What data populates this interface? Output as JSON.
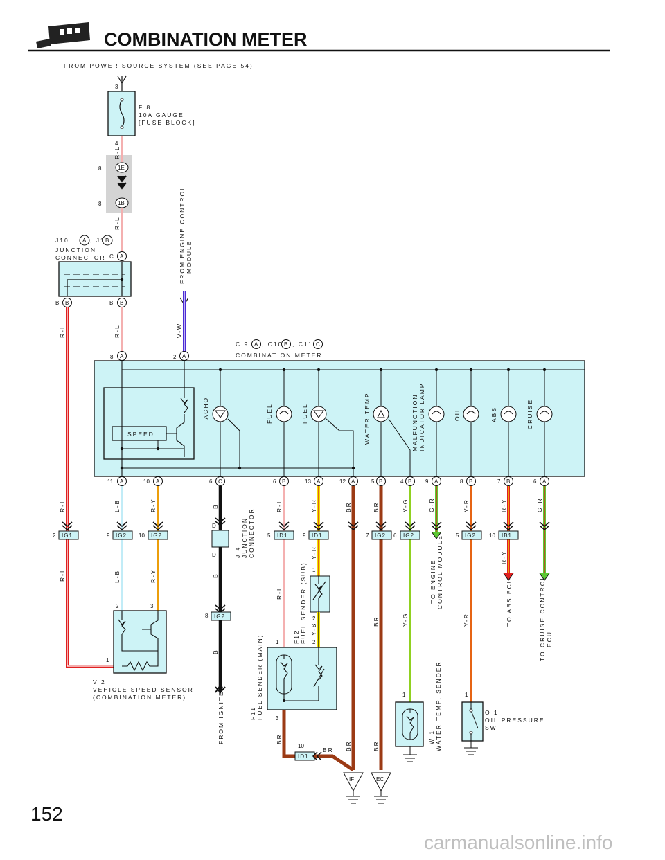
{
  "title": "COMBINATION METER",
  "page_number": "152",
  "watermark": "carmanualsonline.info",
  "source_label": "FROM POWER SOURCE SYSTEM (SEE PAGE 54)",
  "fuse": {
    "line1": "F 8",
    "line2": "10A GAUGE",
    "line3": "[FUSE BLOCK]",
    "pin_top": "3",
    "pin_bottom": "4"
  },
  "junction": {
    "line1": "J10",
    "line2": ", J11",
    "line3": "JUNCTION",
    "line4": "CONNECTOR",
    "conn_a": "A",
    "conn_b": "B",
    "pin_c": "C",
    "pin_b1": "B",
    "pin_b2": "B"
  },
  "connector_1e": {
    "label": "1E",
    "pin": "8"
  },
  "connector_1b": {
    "label": "1B",
    "pin": "8"
  },
  "ecm_source": {
    "line1": "FROM ENGINE CONTROL",
    "line2": "MODULE"
  },
  "meter": {
    "line1": "C 9",
    "line2": ", C10",
    "line3": ", C11",
    "line4": "COMBINATION METER",
    "a": "A",
    "b": "B",
    "c": "C"
  },
  "gauges": {
    "tacho": "TACHO",
    "fuel1": "FUEL",
    "fuel2": "FUEL",
    "water": "WATER TEMP.",
    "malfunction1": "MALFUNCTION",
    "malfunction2": "INDICATOR LAMP",
    "oil": "OIL",
    "abs": "ABS",
    "cruise": "CRUISE",
    "speed": "SPEED"
  },
  "top_pins": {
    "p8": "8",
    "p2": "2"
  },
  "bottom_pins": [
    "11",
    "10",
    "6",
    "6",
    "13",
    "12",
    "5",
    "4",
    "9",
    "8",
    "7",
    "6"
  ],
  "bottom_letters": [
    "A",
    "A",
    "C",
    "B",
    "A",
    "A",
    "B",
    "B",
    "A",
    "B",
    "B",
    "A"
  ],
  "wire_colors": {
    "rl": "R-L",
    "vw": "V-W",
    "lb": "L-B",
    "ry": "R-Y",
    "b": "B",
    "yr": "Y-R",
    "br": "BR",
    "yg": "Y-G",
    "gr": "G-R",
    "yb": "Y-B"
  },
  "boxes": {
    "ig1": "IG1",
    "ig2": "IG2",
    "id1": "ID1",
    "ib1": "IB1"
  },
  "box_pins": {
    "p2": "2",
    "p9": "9",
    "p10": "10",
    "p5": "5",
    "p7": "7",
    "p6": "6",
    "p8": "8",
    "p1": "1",
    "p3": "3"
  },
  "j4": {
    "line1": "J 4",
    "line2": "JUNCTION",
    "line3": "CONNECTOR",
    "d": "D"
  },
  "fuel_sub": {
    "line1": "F12",
    "line2": "FUEL SENDER (SUB)"
  },
  "fuel_main": {
    "line1": "F11",
    "line2": "FUEL SENDER (MAIN)"
  },
  "vss": {
    "line1": "V 2",
    "line2": "VEHICLE SPEED SENSOR",
    "line3": "(COMBINATION METER)"
  },
  "water_sender": {
    "line1": "W 1",
    "line2": "WATER TEMP. SENDER"
  },
  "oil_sw": {
    "line1": "O 1",
    "line2": "OIL PRESSURE",
    "line3": "SW"
  },
  "to_ecm": {
    "line1": "TO ENGINE",
    "line2": "CONTROL MODULE"
  },
  "to_abs": "TO ABS ECU",
  "to_cruise": {
    "line1": "TO CRUISE CONTROL",
    "line2": "ECU"
  },
  "from_igniter": "FROM IGNITER",
  "grounds": {
    "if": "IF",
    "ec": "EC"
  },
  "colors": {
    "box_fill": "#cdf3f6",
    "red": "#e02020",
    "blue": "#4fc8e8",
    "yellow": "#f2e200",
    "green": "#5cc832",
    "brown": "#9b3a14",
    "violet": "#4b2bd6",
    "black": "#111111"
  }
}
